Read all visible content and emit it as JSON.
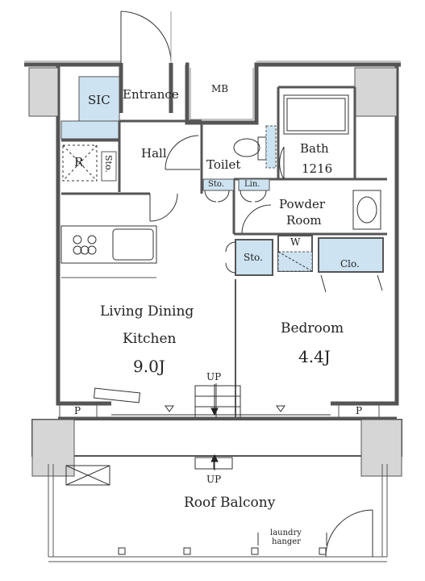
{
  "rooms": {
    "entrance": "Entrance",
    "sic": "SIC",
    "mb": "MB",
    "hall": "Hall",
    "toilet": "Toilet",
    "bath": "Bath",
    "bath_size": "1216",
    "r": "R",
    "sto_small": "Sto.",
    "sto_closet1": "Sto.",
    "lin": "Lin.",
    "powder_room_line1": "Powder",
    "powder_room_line2": "Room",
    "sto_bedroom": "Sto.",
    "w": "W",
    "clo": "Clo.",
    "ldk_line1": "Living Dining",
    "ldk_line2": "Kitchen",
    "ldk_size": "9.0J",
    "bedroom": "Bedroom",
    "bedroom_size": "4.4J",
    "up_upper": "UP",
    "up_lower": "UP",
    "p_left": "P",
    "p_right": "P",
    "balcony": "Roof Balcony",
    "laundry_line1": "laundry",
    "laundry_line2": "hanger"
  },
  "colors": {
    "wall": "#555555",
    "storage_fill": "#cde3f1",
    "column_fill": "#d6d6d6",
    "line": "#333333"
  }
}
